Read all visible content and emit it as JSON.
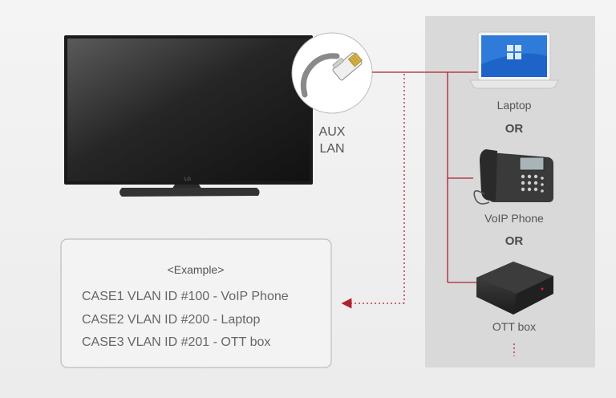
{
  "colors": {
    "background": "#efefef",
    "panel": "#d9d9d9",
    "line": "#b0202e",
    "text": "#555555",
    "example_border": "#bdbdbd"
  },
  "tv": {
    "logo_text": "LG"
  },
  "port": {
    "label_line1": "AUX",
    "label_line2": "LAN"
  },
  "devices": [
    {
      "name": "Laptop",
      "icon": "laptop-icon"
    },
    {
      "name": "VoIP Phone",
      "icon": "voip-phone-icon"
    },
    {
      "name": "OTT box",
      "icon": "ott-box-icon"
    }
  ],
  "separators": [
    "OR",
    "OR"
  ],
  "example": {
    "title": "<Example>",
    "cases": [
      "CASE1 VLAN ID #100 - VoIP Phone",
      "CASE2 VLAN ID #200 - Laptop",
      "CASE3 VLAN ID #201 - OTT box"
    ]
  }
}
